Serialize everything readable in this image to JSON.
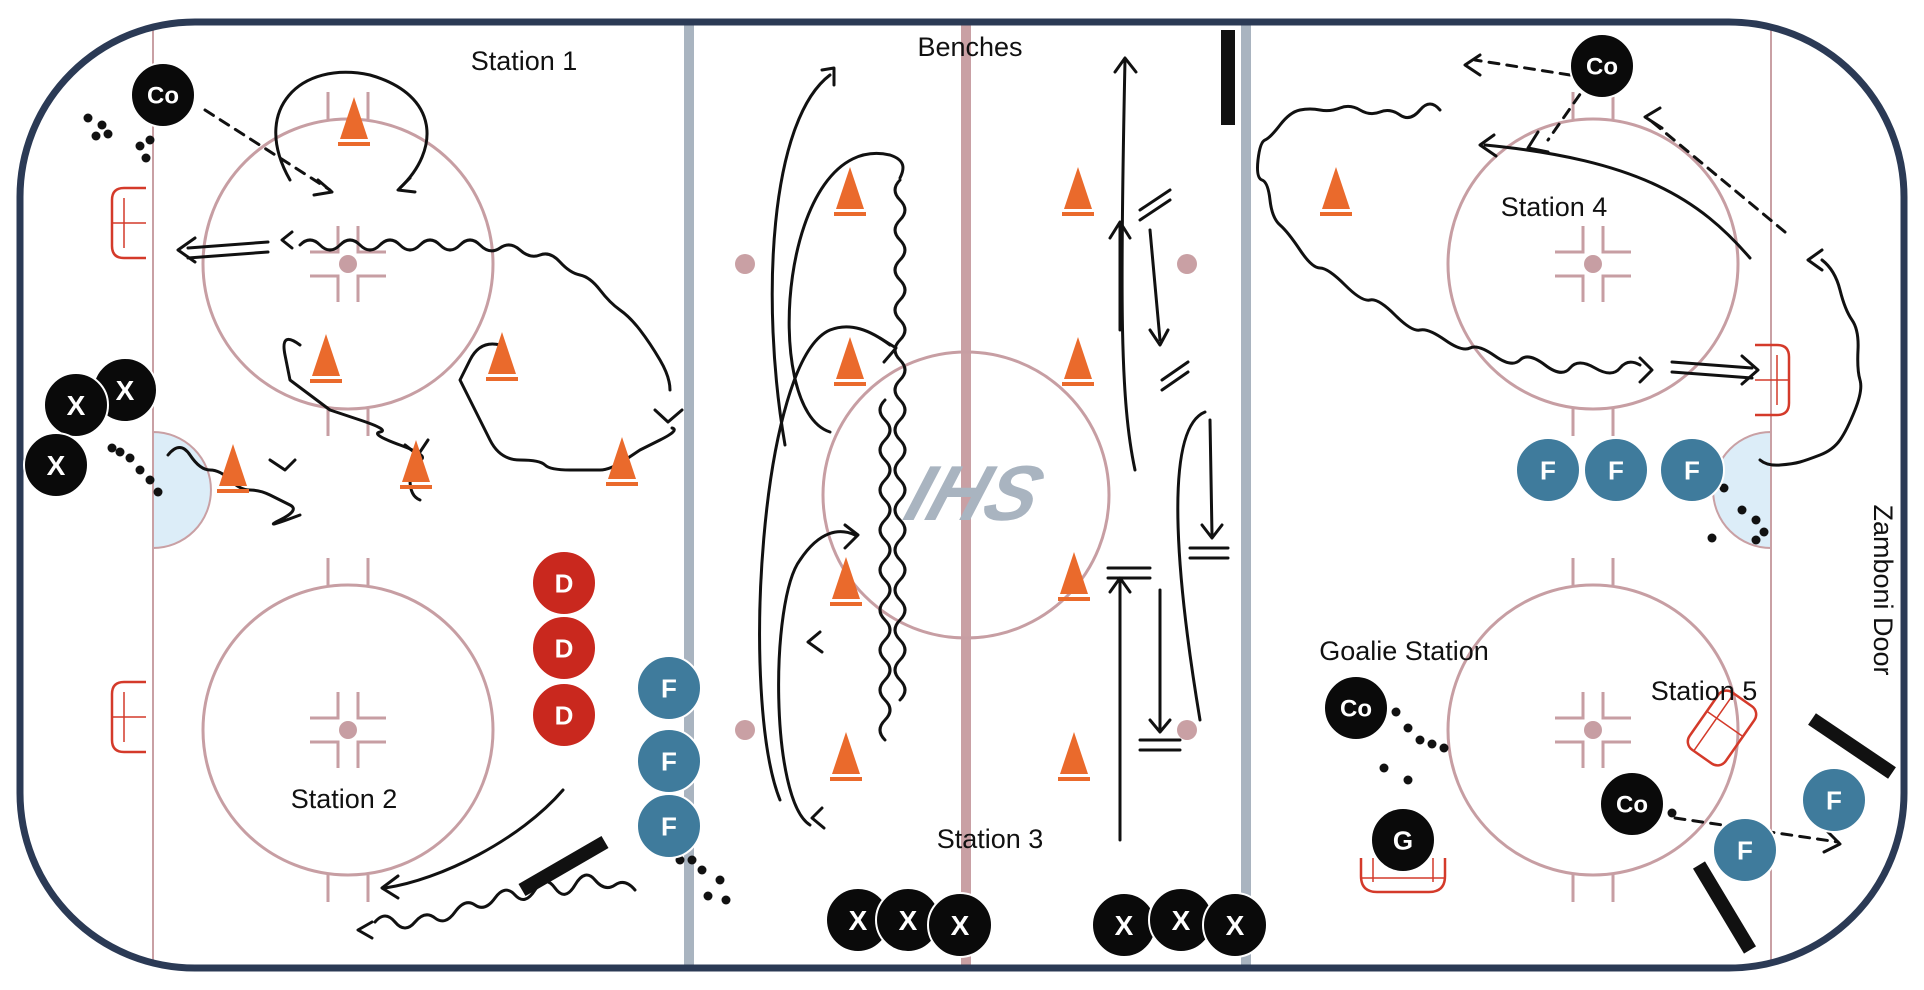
{
  "rink": {
    "labels": {
      "benches": "Benches",
      "zamboni": "Zamboni Door",
      "station1": "Station 1",
      "station2": "Station 2",
      "station3": "Station 3",
      "station4": "Station 4",
      "station5": "Station 5",
      "goalie": "Goalie Station"
    },
    "logo": "IHS",
    "colors": {
      "board": "#2b3a55",
      "blue_line": "#a9b4c0",
      "red_line": "#c9a0a4",
      "circle": "#c79ea3",
      "cone": "#ea6a2c",
      "forward": "#3f7b9c",
      "defense": "#c9281e",
      "player": "#0a0a0a",
      "crease": "#dcedf8",
      "net": "#d43a2a"
    },
    "tokens": {
      "coach": "Co",
      "goalie": "G",
      "forward": "F",
      "defense": "D",
      "player": "X"
    }
  }
}
